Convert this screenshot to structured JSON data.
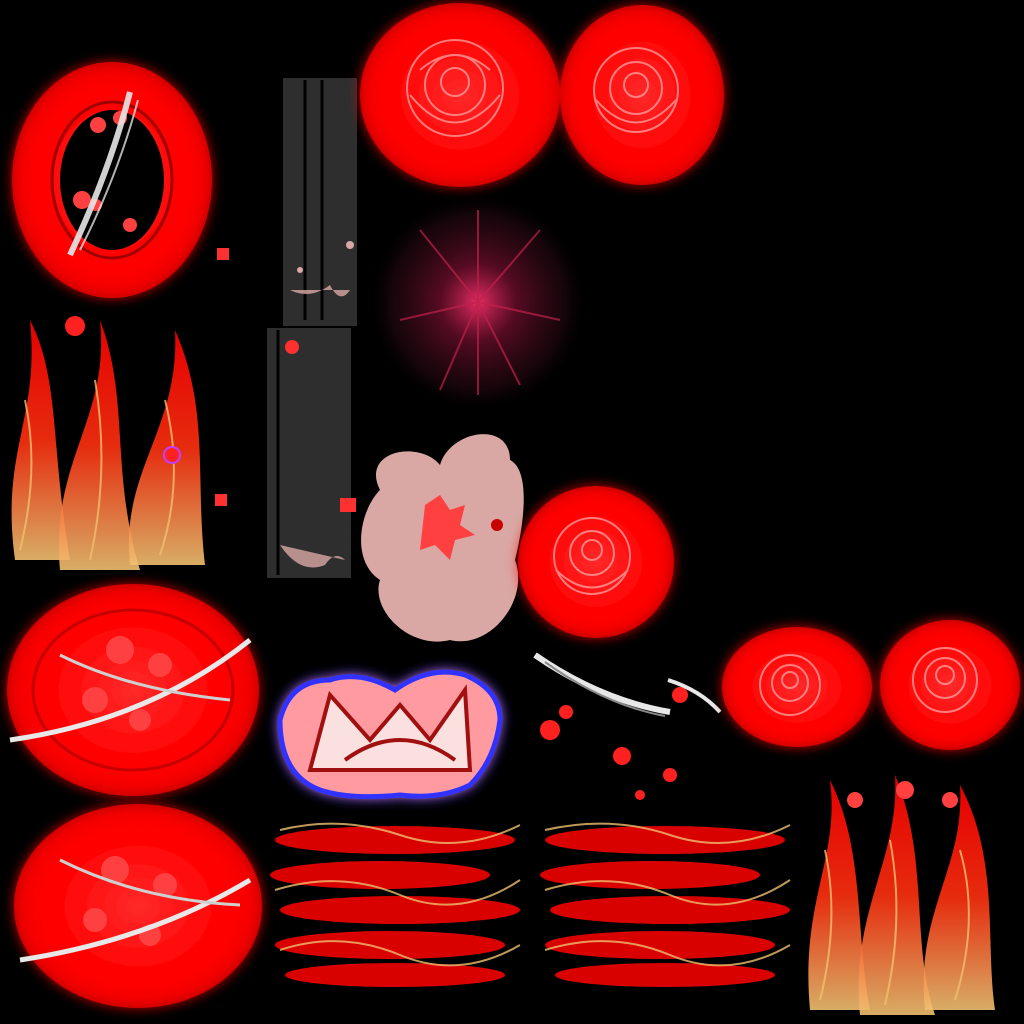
{
  "sprite_sheet": {
    "background": "#000000",
    "palette": {
      "glow_red": "#ff0000",
      "deep_red": "#c80000",
      "petal_pink": "#ff9a9a",
      "smoke_pink": "#d9a8a4",
      "flame_gold": "#f0c070",
      "slash_white": "#e8e8e8",
      "panel_grey": "#2e2e2e",
      "aura_blue": "#3030ff",
      "dark_magenta": "#c0204a"
    },
    "sprites": [
      {
        "name": "red-ring-with-slash-sprite",
        "icon": "ring-icon"
      },
      {
        "name": "grey-strip-top-sprite",
        "icon": "strip-icon"
      },
      {
        "name": "grey-strip-bottom-sprite",
        "icon": "strip-icon"
      },
      {
        "name": "rose-orb-top-left-sprite",
        "icon": "rose-icon"
      },
      {
        "name": "rose-orb-top-right-sprite",
        "icon": "rose-icon"
      },
      {
        "name": "dark-burst-sprite",
        "icon": "burst-icon"
      },
      {
        "name": "red-flame-column-left-sprite",
        "icon": "flame-icon"
      },
      {
        "name": "pink-smoke-cloud-sprite",
        "icon": "smoke-icon"
      },
      {
        "name": "rose-orb-middle-sprite",
        "icon": "rose-icon"
      },
      {
        "name": "red-orb-slash-a-sprite",
        "icon": "orb-icon"
      },
      {
        "name": "red-orb-slash-b-sprite",
        "icon": "orb-icon"
      },
      {
        "name": "crown-emblem-sprite",
        "icon": "crown-icon"
      },
      {
        "name": "white-slash-with-droplets-sprite",
        "icon": "slash-icon"
      },
      {
        "name": "rose-orb-bottom-left-sprite",
        "icon": "rose-icon"
      },
      {
        "name": "rose-orb-bottom-right-sprite",
        "icon": "rose-icon"
      },
      {
        "name": "red-flame-wave-left-sprite",
        "icon": "flame-icon"
      },
      {
        "name": "red-flame-wave-right-sprite",
        "icon": "flame-icon"
      },
      {
        "name": "red-flame-column-right-sprite",
        "icon": "flame-icon"
      }
    ]
  }
}
